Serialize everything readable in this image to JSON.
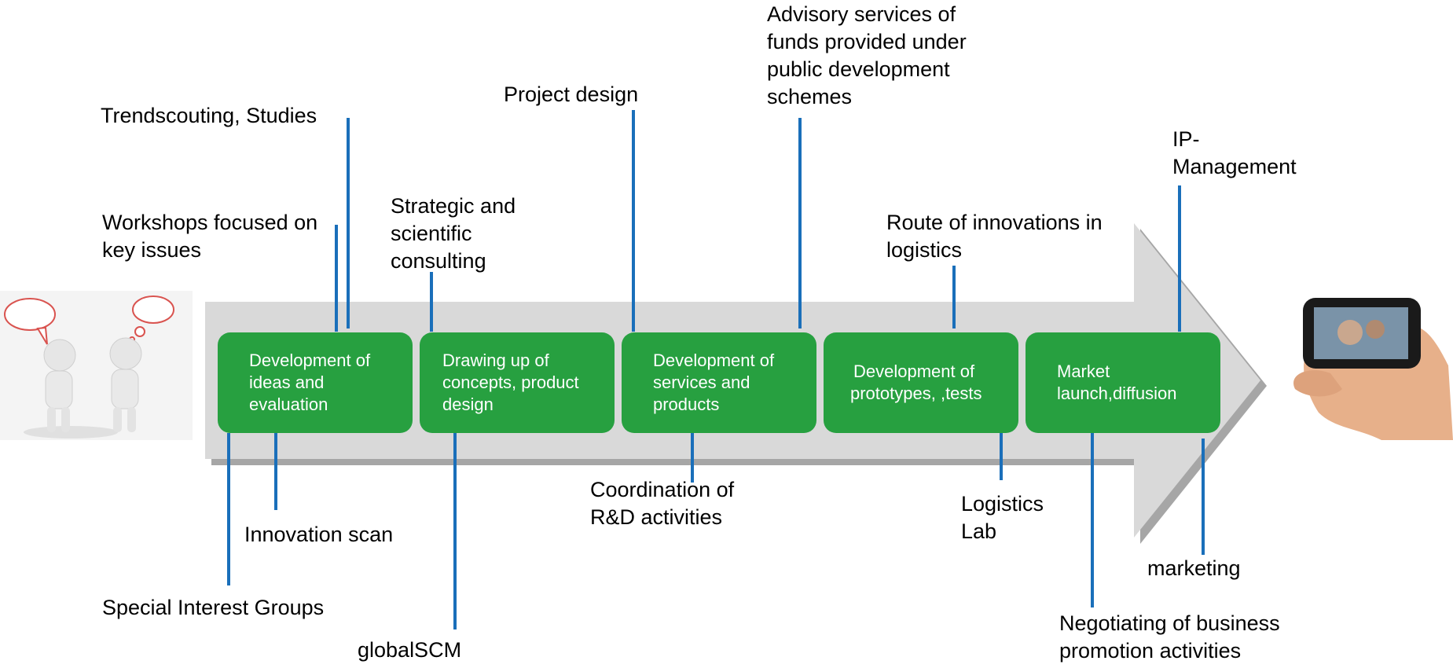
{
  "stages": [
    {
      "lines": [
        "Development of",
        "ideas and",
        "evaluation"
      ]
    },
    {
      "lines": [
        "Drawing up of",
        "concepts, product",
        "design"
      ]
    },
    {
      "lines": [
        "Development of",
        "services and",
        "products"
      ]
    },
    {
      "lines": [
        "Development of",
        "prototypes, ,tests"
      ]
    },
    {
      "lines": [
        "Market",
        "launch,diffusion"
      ]
    }
  ],
  "labels_top": {
    "trendscouting": [
      "Trendscouting, Studies"
    ],
    "workshops": [
      "Workshops focused on",
      "key issues"
    ],
    "strategic": [
      "Strategic and",
      "scientific",
      "consulting"
    ],
    "project_design": [
      "Project design"
    ],
    "advisory": [
      "Advisory services of",
      "funds provided under",
      "public development",
      "schemes"
    ],
    "route": [
      "Route of innovations in",
      "logistics"
    ],
    "ip": [
      "IP-",
      "Management"
    ]
  },
  "labels_bottom": {
    "special_interest": [
      "Special Interest Groups"
    ],
    "innovation_scan": [
      "Innovation scan"
    ],
    "globalscm": [
      "globalSCM"
    ],
    "coordination": [
      "Coordination of",
      "R&D activities"
    ],
    "logistics_lab": [
      "Logistics",
      "Lab"
    ],
    "negotiating": [
      "Negotiating of business",
      "promotion activities"
    ],
    "marketing": [
      "marketing"
    ]
  },
  "colors": {
    "arrow": "#d9d9d9",
    "arrow_shadow": "#a6a6a6",
    "stage": "#27a040",
    "connector": "#1a6fba"
  },
  "icons": {
    "left": "people-talking-icon",
    "right": "hand-holding-phone-icon"
  }
}
